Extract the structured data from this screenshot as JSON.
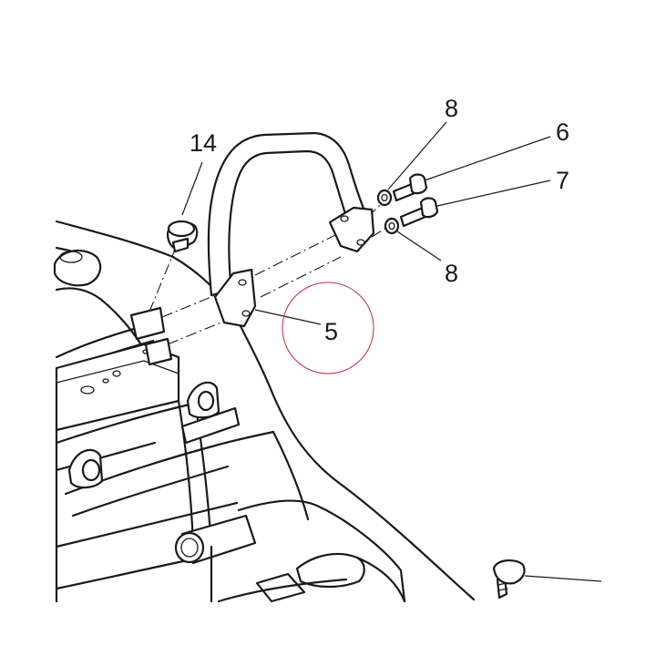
{
  "diagram": {
    "callouts": {
      "c14": "14",
      "c8_top": "8",
      "c6": "6",
      "c7": "7",
      "c8_bottom": "8",
      "c5": "5"
    },
    "highlight_color": "#c8283a",
    "line_color": "#1a1a1a"
  }
}
